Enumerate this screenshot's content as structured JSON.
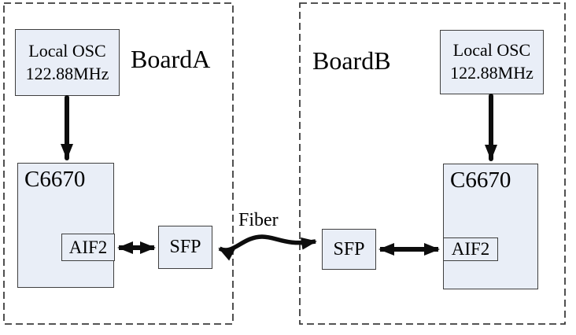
{
  "colors": {
    "box_fill": "#e9eef7",
    "box_border": "#3f3f3f",
    "dash_border": "#3c3c3c",
    "arrow": "#0d0d0d",
    "text": "#000000"
  },
  "diagram": {
    "boards": [
      {
        "label": "BoardA",
        "osc_line1": "Local OSC",
        "osc_line2": "122.88MHz",
        "chip": "C6670",
        "port": "AIF2",
        "sfp": "SFP"
      },
      {
        "label": "BoardB",
        "osc_line1": "Local OSC",
        "osc_line2": "122.88MHz",
        "chip": "C6670",
        "port": "AIF2",
        "sfp": "SFP"
      }
    ],
    "fiber_label": "Fiber",
    "connections": [
      {
        "board": "BoardA",
        "from": "Local OSC 122.88MHz",
        "to": "C6670",
        "type": "arrow"
      },
      {
        "board": "BoardB",
        "from": "Local OSC 122.88MHz",
        "to": "C6670",
        "type": "arrow"
      },
      {
        "board": "BoardA",
        "from": "AIF2",
        "to": "SFP",
        "type": "bidirectional"
      },
      {
        "board": "BoardB",
        "from": "AIF2",
        "to": "SFP",
        "type": "bidirectional"
      },
      {
        "from": "SFP (BoardA)",
        "to": "SFP (BoardB)",
        "type": "bidirectional",
        "label": "Fiber"
      }
    ]
  }
}
